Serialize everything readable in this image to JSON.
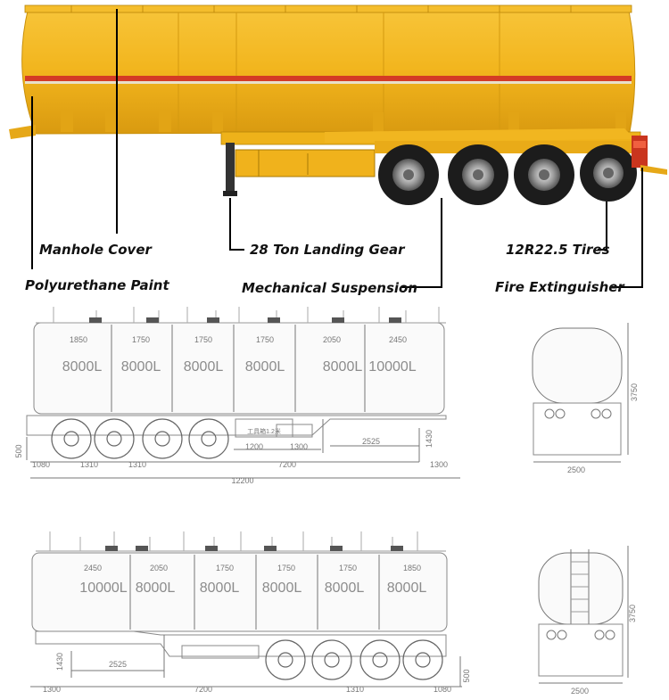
{
  "photo": {
    "callouts": {
      "manhole_cover": "Manhole Cover",
      "polyurethane_paint": "Polyurethane Paint",
      "landing_gear": "28 Ton Landing Gear",
      "mechanical_suspension": "Mechanical Suspension",
      "tires": "12R22.5 Tires",
      "fire_extinguisher": "Fire Extinguisher"
    },
    "colors": {
      "tank": "#f2b51d",
      "stripe": "#d43b25",
      "tire": "#1c1c1c"
    }
  },
  "drawing_top": {
    "compartments": [
      {
        "width": "1850",
        "volume": "8000L"
      },
      {
        "width": "1750",
        "volume": "8000L"
      },
      {
        "width": "1750",
        "volume": "8000L"
      },
      {
        "width": "1750",
        "volume": "8000L"
      },
      {
        "width": "2050",
        "volume": "8000L"
      },
      {
        "width": "2450",
        "volume": "10000L"
      }
    ],
    "dims": {
      "d1080": "1080",
      "d1310a": "1310",
      "d1310b": "1310",
      "d7200": "7200",
      "d1300": "1300",
      "d12200": "12200",
      "d1200": "1200",
      "d1300b": "1300",
      "d2525": "2525",
      "d1430": "1430",
      "d500": "500"
    },
    "toolbox_label": "工具箱1.2米",
    "end_view": {
      "width": "2500",
      "height": "3750"
    }
  },
  "drawing_bottom": {
    "compartments": [
      {
        "width": "2450",
        "volume": "10000L"
      },
      {
        "width": "2050",
        "volume": "8000L"
      },
      {
        "width": "1750",
        "volume": "8000L"
      },
      {
        "width": "1750",
        "volume": "8000L"
      },
      {
        "width": "1750",
        "volume": "8000L"
      },
      {
        "width": "1850",
        "volume": "8000L"
      }
    ],
    "dims": {
      "d1300": "1300",
      "d7200": "7200",
      "d1310": "1310",
      "d1080": "1080",
      "d2525": "2525",
      "d1430": "1430",
      "d500": "500"
    },
    "end_view": {
      "width": "2500",
      "height": "3750"
    }
  }
}
